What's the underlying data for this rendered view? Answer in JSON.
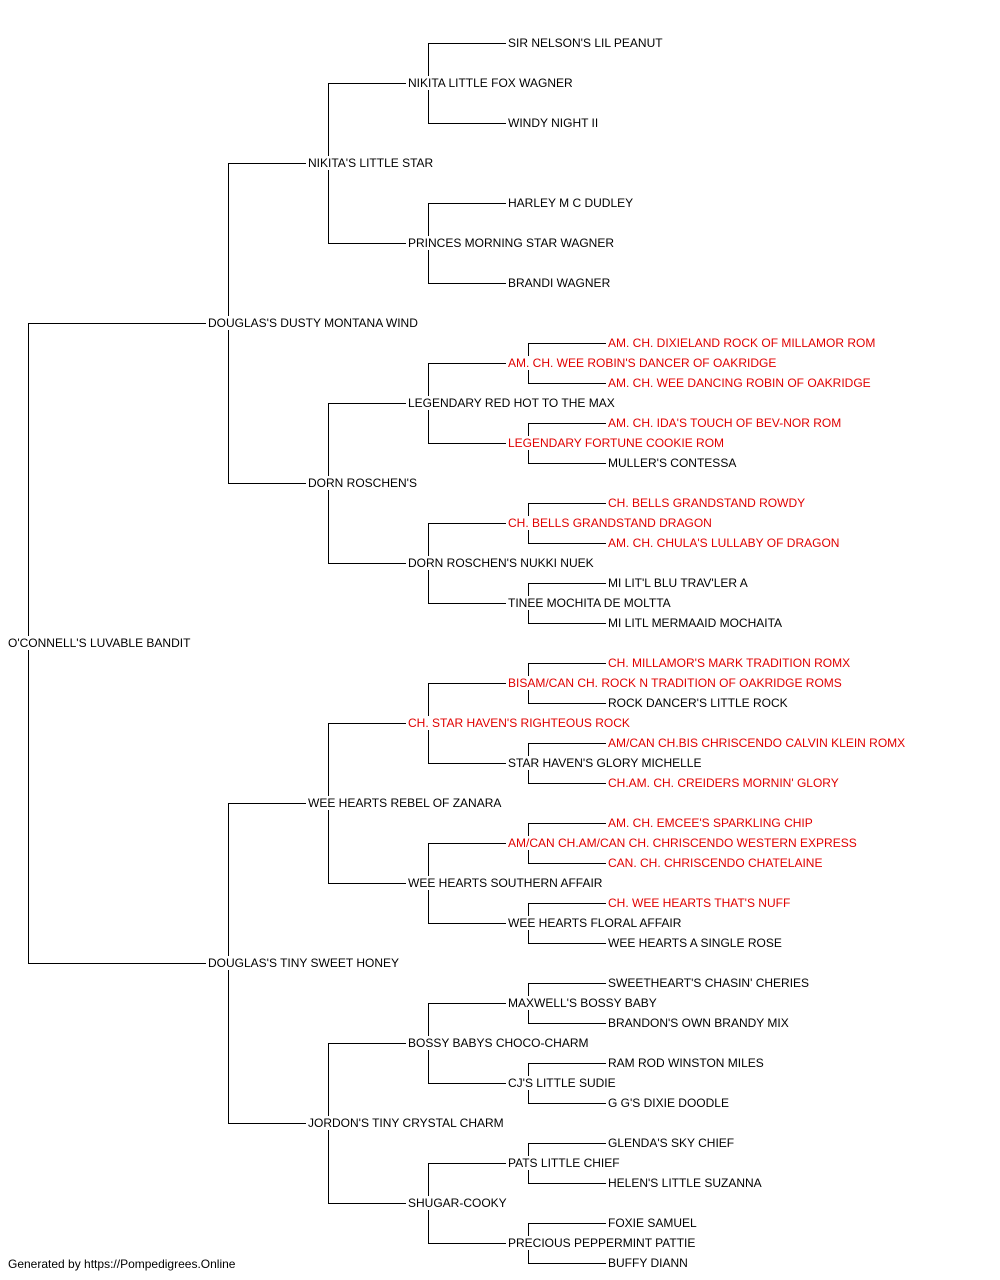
{
  "pedigree": {
    "name": "O'CONNELL'S LUVABLE BANDIT",
    "sire": {
      "name": "DOUGLAS'S DUSTY MONTANA WIND",
      "sire": {
        "name": "NIKITA'S LITTLE STAR",
        "sire": {
          "name": "NIKITA LITTLE FOX WAGNER",
          "sire": {
            "name": "SIR NELSON'S LIL PEANUT"
          },
          "dam": {
            "name": "WINDY NIGHT II"
          }
        },
        "dam": {
          "name": "PRINCES MORNING STAR WAGNER",
          "sire": {
            "name": "HARLEY M C DUDLEY"
          },
          "dam": {
            "name": "BRANDI WAGNER"
          }
        }
      },
      "dam": {
        "name": "DORN ROSCHEN'S",
        "sire": {
          "name": "LEGENDARY RED HOT TO THE MAX",
          "sire": {
            "name": "AM. CH. WEE ROBIN'S DANCER OF OAKRIDGE",
            "champion": true,
            "sire": {
              "name": "AM. CH. DIXIELAND ROCK OF MILLAMOR ROM",
              "champion": true
            },
            "dam": {
              "name": "AM. CH. WEE DANCING ROBIN OF OAKRIDGE",
              "champion": true
            }
          },
          "dam": {
            "name": "LEGENDARY FORTUNE COOKIE ROM",
            "champion": true,
            "sire": {
              "name": "AM. CH. IDA'S TOUCH OF BEV-NOR ROM",
              "champion": true
            },
            "dam": {
              "name": "MULLER'S CONTESSA"
            }
          }
        },
        "dam": {
          "name": "DORN ROSCHEN'S NUKKI NUEK",
          "sire": {
            "name": "CH. BELLS GRANDSTAND DRAGON",
            "champion": true,
            "sire": {
              "name": "CH. BELLS GRANDSTAND ROWDY",
              "champion": true
            },
            "dam": {
              "name": "AM. CH. CHULA'S LULLABY OF DRAGON",
              "champion": true
            }
          },
          "dam": {
            "name": "TINEE MOCHITA DE MOLTTA",
            "sire": {
              "name": "MI LIT'L BLU TRAV'LER A"
            },
            "dam": {
              "name": "MI LITL MERMAAID MOCHAITA"
            }
          }
        }
      }
    },
    "dam": {
      "name": "DOUGLAS'S TINY SWEET HONEY",
      "sire": {
        "name": "WEE HEARTS REBEL OF ZANARA",
        "sire": {
          "name": "CH. STAR HAVEN'S RIGHTEOUS ROCK",
          "champion": true,
          "sire": {
            "name": "BISAM/CAN CH. ROCK N TRADITION OF OAKRIDGE ROMS",
            "champion": true,
            "sire": {
              "name": "CH. MILLAMOR'S MARK TRADITION ROMX",
              "champion": true
            },
            "dam": {
              "name": "ROCK DANCER'S LITTLE ROCK"
            }
          },
          "dam": {
            "name": "STAR HAVEN'S GLORY MICHELLE",
            "sire": {
              "name": "AM/CAN CH.BIS CHRISCENDO CALVIN KLEIN ROMX",
              "champion": true
            },
            "dam": {
              "name": "CH.AM. CH. CREIDERS MORNIN' GLORY",
              "champion": true
            }
          }
        },
        "dam": {
          "name": "WEE HEARTS SOUTHERN AFFAIR",
          "sire": {
            "name": "AM/CAN CH.AM/CAN CH. CHRISCENDO WESTERN EXPRESS",
            "champion": true,
            "sire": {
              "name": "AM. CH. EMCEE'S SPARKLING CHIP",
              "champion": true
            },
            "dam": {
              "name": "CAN. CH. CHRISCENDO CHATELAINE",
              "champion": true
            }
          },
          "dam": {
            "name": "WEE HEARTS FLORAL AFFAIR",
            "sire": {
              "name": "CH. WEE HEARTS THAT'S NUFF",
              "champion": true
            },
            "dam": {
              "name": "WEE HEARTS A SINGLE ROSE"
            }
          }
        }
      },
      "dam": {
        "name": "JORDON'S TINY CRYSTAL CHARM",
        "sire": {
          "name": "BOSSY BABYS CHOCO-CHARM",
          "sire": {
            "name": "MAXWELL'S BOSSY BABY",
            "sire": {
              "name": "SWEETHEART'S CHASIN' CHERIES"
            },
            "dam": {
              "name": "BRANDON'S OWN BRANDY MIX"
            }
          },
          "dam": {
            "name": "CJ'S LITTLE SUDIE",
            "sire": {
              "name": "RAM ROD WINSTON MILES"
            },
            "dam": {
              "name": "G G'S DIXIE DOODLE"
            }
          }
        },
        "dam": {
          "name": "SHUGAR-COOKY",
          "sire": {
            "name": "PATS LITTLE CHIEF",
            "sire": {
              "name": "GLENDA'S SKY CHIEF"
            },
            "dam": {
              "name": "HELEN'S LITTLE SUZANNA"
            }
          },
          "dam": {
            "name": "PRECIOUS PEPPERMINT PATTIE",
            "sire": {
              "name": "FOXIE SAMUEL"
            },
            "dam": {
              "name": "BUFFY DIANN"
            }
          }
        }
      }
    }
  },
  "footer": "Generated by https://Pompedigrees.Online",
  "colors": {
    "champion": "#e00000",
    "normal": "#000000",
    "line": "#000000"
  }
}
